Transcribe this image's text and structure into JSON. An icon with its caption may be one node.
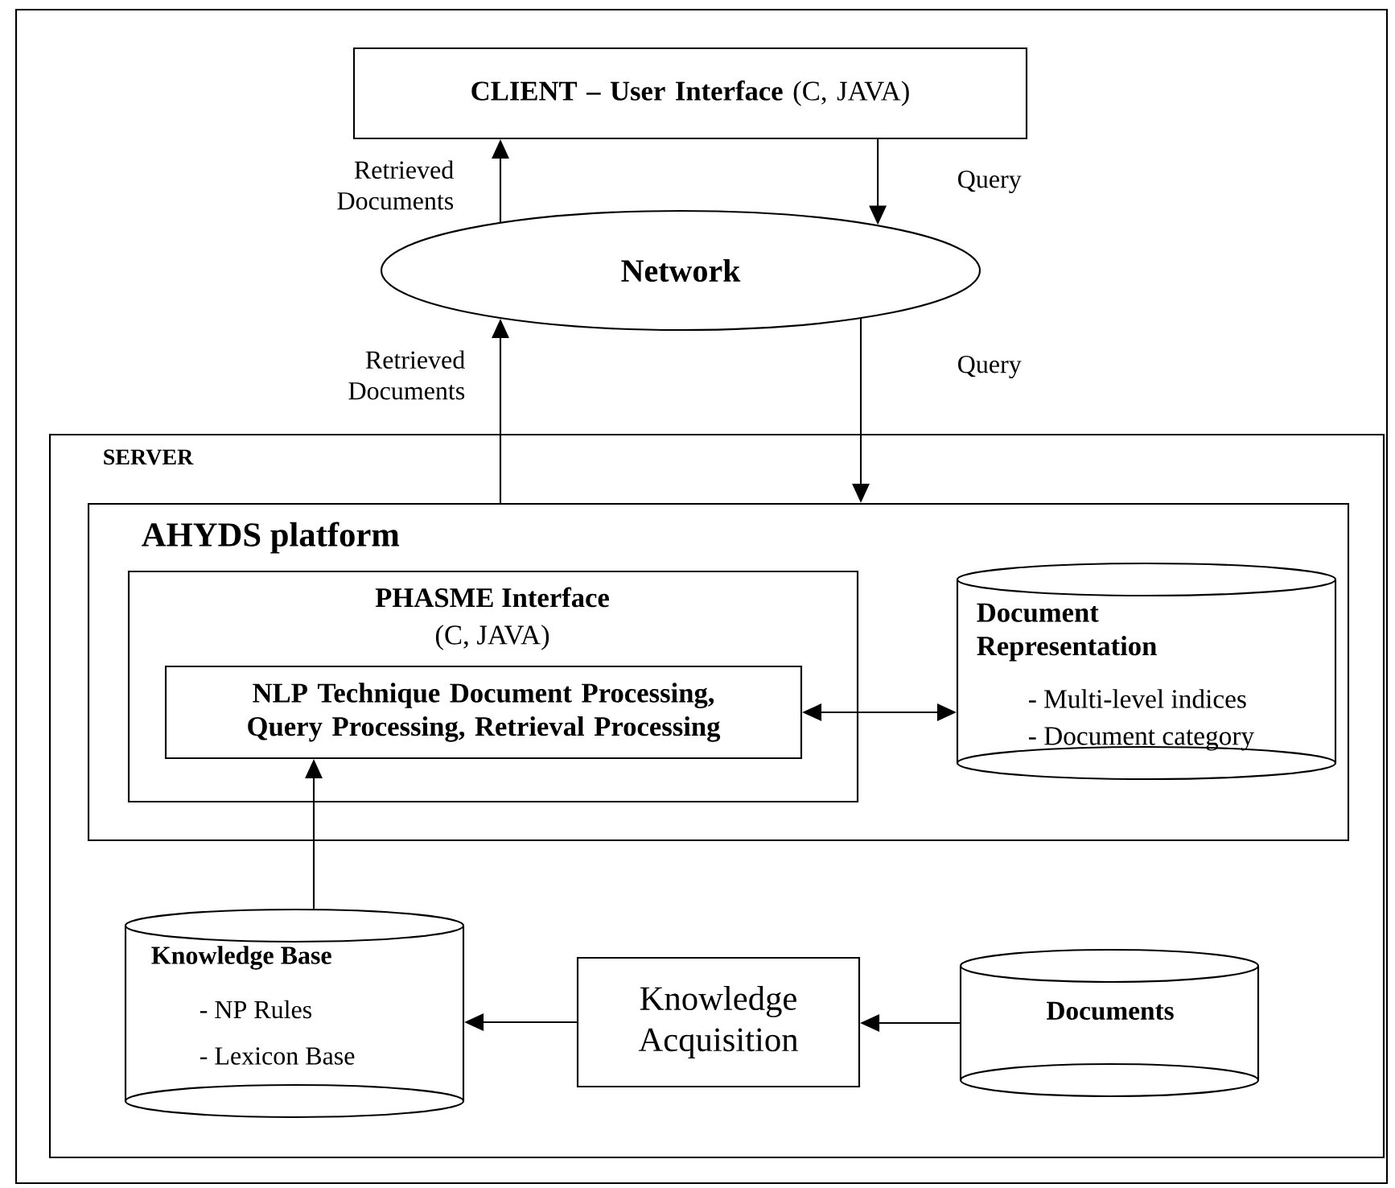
{
  "diagram": {
    "nodes": [
      {
        "text": [
          "**CLIENT – User Interface** (C, JAVA)"
        ]
      },
      {
        "text": [
          "Network"
        ]
      },
      {
        "text": [
          "SERVER"
        ]
      },
      {
        "text": [
          "AHYDS platform"
        ],
        "in": 2
      },
      {
        "text": [
          "PHASME Interface",
          "(C, JAVA)"
        ],
        "in": 3
      },
      {
        "text": [
          "NLP Technique Document Processing, Query Processing, Retrieval Processing"
        ],
        "in": 4
      },
      {
        "text": [
          "Document Representation",
          "- Multi-level indices",
          "- Document category"
        ],
        "in": 3
      },
      {
        "text": [
          "Knowledge Base",
          "- NP Rules",
          "- Lexicon Base"
        ],
        "in": 2
      },
      {
        "text": [
          "Knowledge Acquisition"
        ],
        "in": 2
      },
      {
        "text": [
          "Documents"
        ],
        "in": 2
      }
    ],
    "edges": [
      {
        "from": 1,
        "to": 0,
        "arrow": "to",
        "label": "Retrieved Documents"
      },
      {
        "from": 0,
        "to": 1,
        "arrow": "to",
        "label": "Query"
      },
      {
        "from": 3,
        "to": 1,
        "arrow": "to",
        "label": "Retrieved Documents"
      },
      {
        "from": 1,
        "to": 3,
        "arrow": "to",
        "label": "Query"
      },
      {
        "from": 5,
        "to": 6,
        "arrow": "both"
      },
      {
        "from": 7,
        "to": 5,
        "arrow": "to"
      },
      {
        "from": 8,
        "to": 7,
        "arrow": "to"
      },
      {
        "from": 9,
        "to": 8,
        "arrow": "to"
      }
    ]
  }
}
